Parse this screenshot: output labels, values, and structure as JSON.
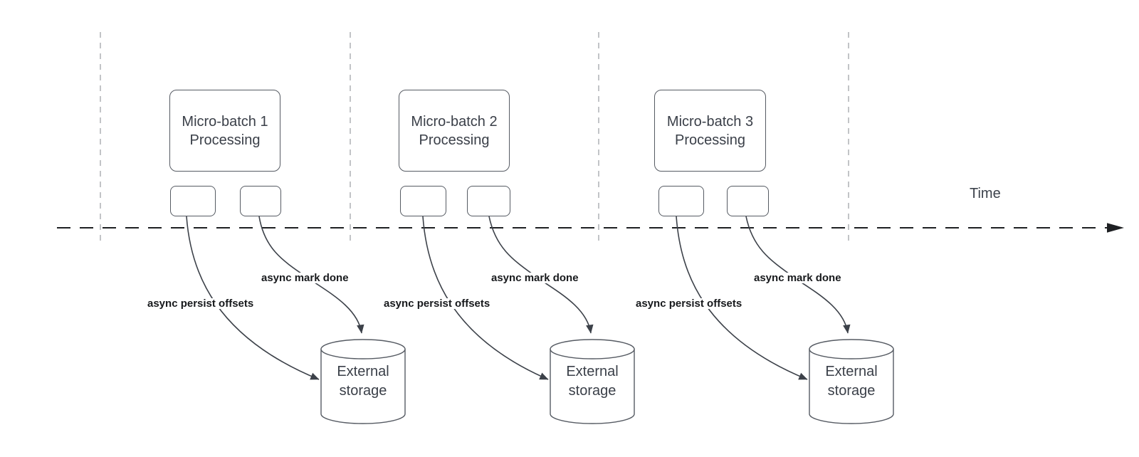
{
  "diagram": {
    "time_axis_label": "Time",
    "groups": [
      {
        "process_box": "Micro-batch 1\nProcessing",
        "persist_label": "async persist offsets",
        "mark_done_label": "async mark done",
        "storage_label": "External\nstorage"
      },
      {
        "process_box": "Micro-batch 2\nProcessing",
        "persist_label": "async persist offsets",
        "mark_done_label": "async mark done",
        "storage_label": "External\nstorage"
      },
      {
        "process_box": "Micro-batch 3\nProcessing",
        "persist_label": "async persist offsets",
        "mark_done_label": "async mark done",
        "storage_label": "External\nstorage"
      }
    ],
    "colors": {
      "shape_stroke": "#565b63",
      "connector_stroke": "#3c4149",
      "timeline_stroke": "#1e2023",
      "guide_line": "#a8abaf",
      "box_text": "#3a3f48",
      "label_text": "#17191c"
    }
  }
}
